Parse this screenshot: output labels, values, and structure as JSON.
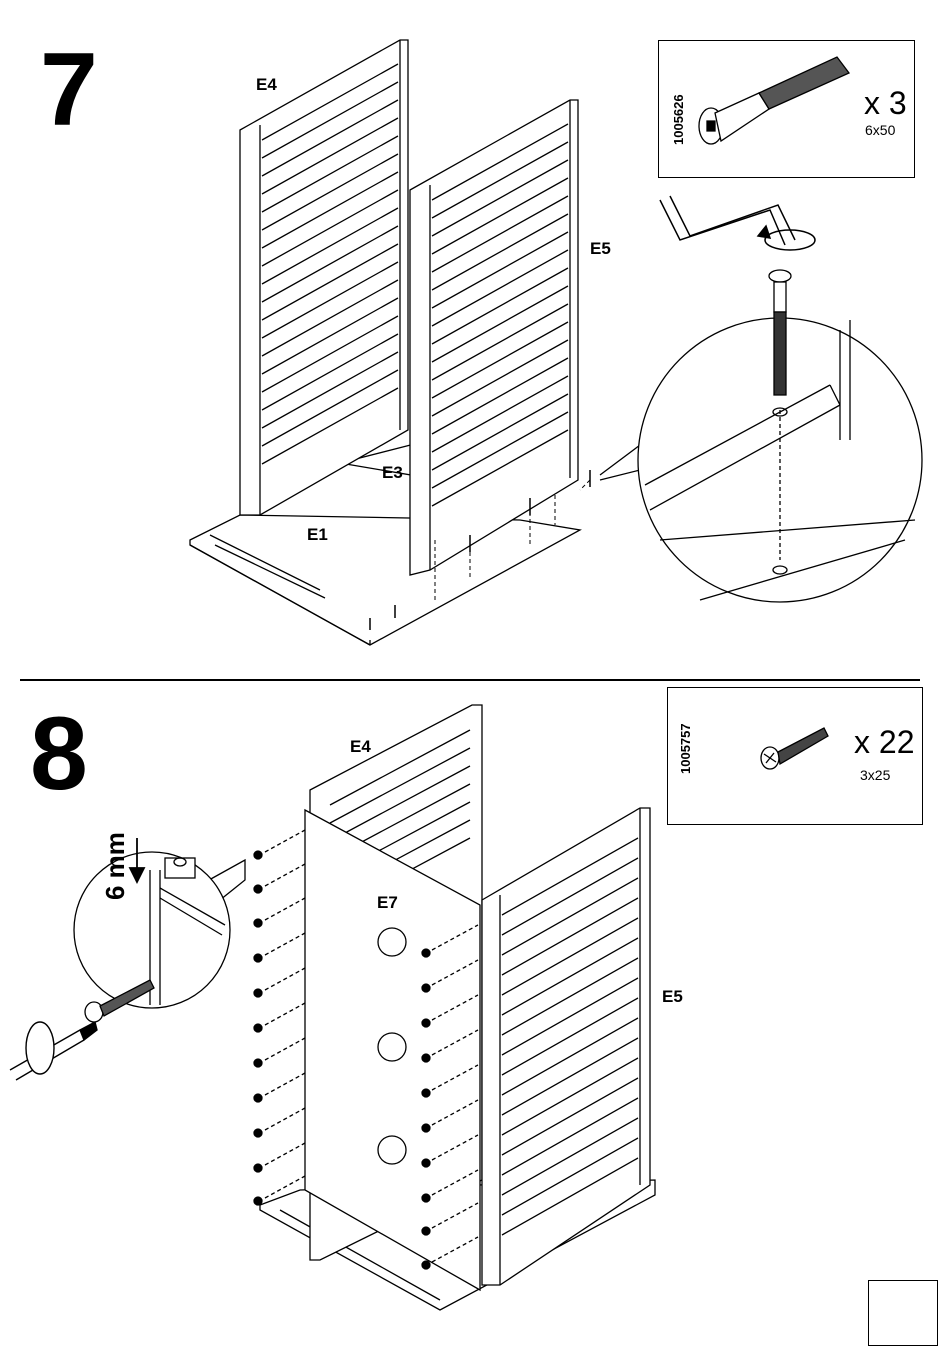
{
  "step7": {
    "number": "7",
    "labels": {
      "e4": "E4",
      "e5": "E5",
      "e3": "E3",
      "e1": "E1"
    },
    "hardware": {
      "code": "1005626",
      "qty": "x 3",
      "size": "6x50",
      "icon": "hex-bolt-icon"
    },
    "tool": "allen-key-icon"
  },
  "step8": {
    "number": "8",
    "labels": {
      "e4": "E4",
      "e7": "E7",
      "e5": "E5"
    },
    "hardware": {
      "code": "1005757",
      "qty": "x 22",
      "size": "3x25",
      "icon": "wood-screw-icon"
    },
    "detail_depth": "6 mm",
    "tool": "screwdriver-icon"
  }
}
